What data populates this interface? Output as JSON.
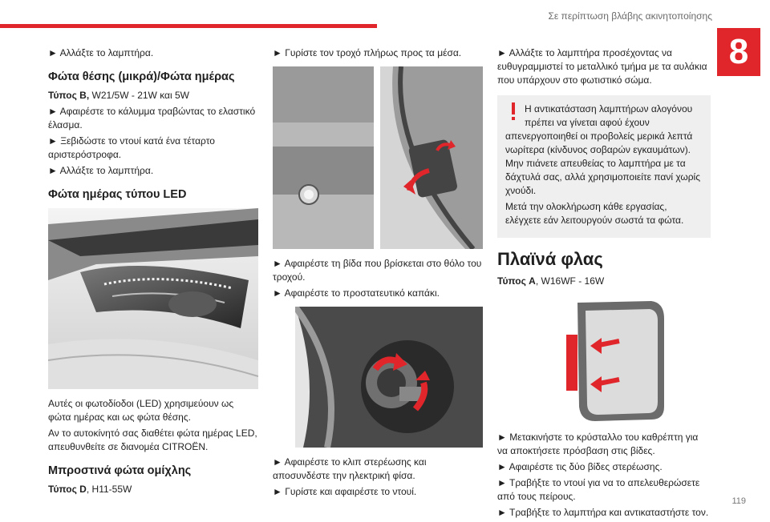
{
  "header": {
    "title": "Σε περίπτωση βλάβης ακινητοποίησης",
    "chapter": "8",
    "page_number": "119"
  },
  "col1": {
    "p1": "Αλλάξτε το λαμπτήρα.",
    "h_position": "Φώτα θέσης (μικρά)/Φώτα ημέρας",
    "type_b_label": "Τύπος B,",
    "type_b_value": " W21/5W - 21W και 5W",
    "p2": "Αφαιρέστε το κάλυμμα τραβώντας το ελαστικό έλασμα.",
    "p3": "Ξεβιδώστε το ντουί κατά ένα τέταρτο αριστερόστροφα.",
    "p4": "Αλλάξτε το λαμπτήρα.",
    "h_led": "Φώτα ημέρας τύπου LED",
    "p5": "Αυτές οι φωτοδίοδοι (LED) χρησιμεύουν ως φώτα ημέρας και ως φώτα θέσης.",
    "p6": "Αν το αυτοκίνητό σας διαθέτει φώτα ημέρας LED, απευθυνθείτε σε διανομέα CITROËN.",
    "h_fog": "Μπροστινά φώτα ομίχλης",
    "type_d_label": "Τύπος D",
    "type_d_value": ", H11-55W"
  },
  "col2": {
    "p1": "Γυρίστε τον τροχό πλήρως προς τα μέσα.",
    "p2": "Αφαιρέστε τη βίδα που βρίσκεται στο θόλο του τροχού.",
    "p3": "Αφαιρέστε το προστατευτικό καπάκι.",
    "p4": "Αφαιρέστε το κλιπ στερέωσης και αποσυνδέστε την ηλεκτρική φίσα.",
    "p5": "Γυρίστε και αφαιρέστε το ντουί."
  },
  "col3": {
    "p1": "Αλλάξτε το λαμπτήρα προσέχοντας να ευθυγραμμιστεί το μεταλλικό τμήμα με τα αυλάκια που υπάρχουν στο φωτιστικό σώμα.",
    "warning_p1": "Η αντικατάσταση λαμπτήρων αλογόνου πρέπει να γίνεται αφού έχουν απενεργοποιηθεί οι προβολείς μερικά λεπτά νωρίτερα (κίνδυνος σοβαρών εγκαυμάτων). Μην πιάνετε απευθείας το λαμπτήρα με τα δάχτυλά σας, αλλά χρησιμοποιείτε πανί χωρίς χνούδι.",
    "warning_p2": "Μετά την ολοκλήρωση κάθε εργασίας, ελέγχετε εάν λειτουργούν σωστά τα φώτα.",
    "h_side": "Πλαϊνά φλας",
    "type_a_label": "Τύπος A",
    "type_a_value": ", W16WF - 16W",
    "p2": "Μετακινήστε το κρύσταλλο του καθρέπτη για να αποκτήσετε πρόσβαση στις βίδες.",
    "p3": "Αφαιρέστε τις δύο βίδες στερέωσης.",
    "p4": "Τραβήξτε το ντουί για να το απελευθερώσετε από τους πείρους.",
    "p5": "Τραβήξτε το λαμπτήρα και αντικαταστήστε τον."
  },
  "colors": {
    "accent": "#e0262b",
    "arrow": "#e0262b",
    "warning_bg": "#efefef"
  },
  "icons": [
    "warning-exclamation-icon",
    "red-arrow-icon"
  ]
}
